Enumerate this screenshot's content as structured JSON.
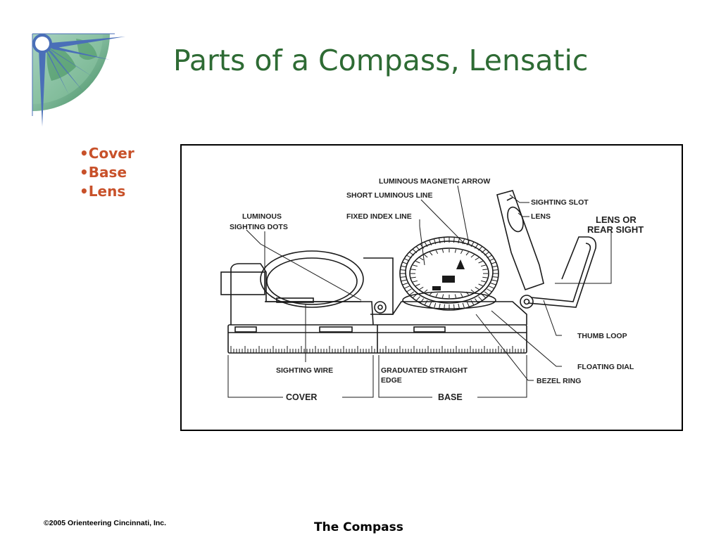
{
  "slide": {
    "title": "Parts of a Compass, Lensatic",
    "bullets": [
      "Cover",
      "Base",
      "Lens"
    ]
  },
  "diagram": {
    "labels": {
      "luminous_magnetic_arrow": "LUMINOUS MAGNETIC ARROW",
      "short_luminous_line": "SHORT LUMINOUS LINE",
      "fixed_index_line": "FIXED INDEX LINE",
      "luminous_sighting_dots_1": "LUMINOUS",
      "luminous_sighting_dots_2": "SIGHTING DOTS",
      "sighting_slot": "SIGHTING SLOT",
      "lens": "LENS",
      "lens_or_rear_sight_1": "LENS OR",
      "lens_or_rear_sight_2": "REAR SIGHT",
      "thumb_loop": "THUMB LOOP",
      "floating_dial": "FLOATING DIAL",
      "bezel_ring": "BEZEL RING",
      "sighting_wire": "SIGHTING WIRE",
      "graduated_straight_edge_1": "GRADUATED STRAIGHT",
      "graduated_straight_edge_2": "EDGE",
      "cover": "COVER",
      "base": "BASE"
    }
  },
  "footer": {
    "copyright": "©2005  Orienteering Cincinnati, Inc.",
    "title": "The Compass"
  },
  "colors": {
    "title": "#2e6b34",
    "bullets": "#c8512a",
    "logo_blue": "#4a6fb8",
    "logo_green": "#5a9e6a"
  }
}
